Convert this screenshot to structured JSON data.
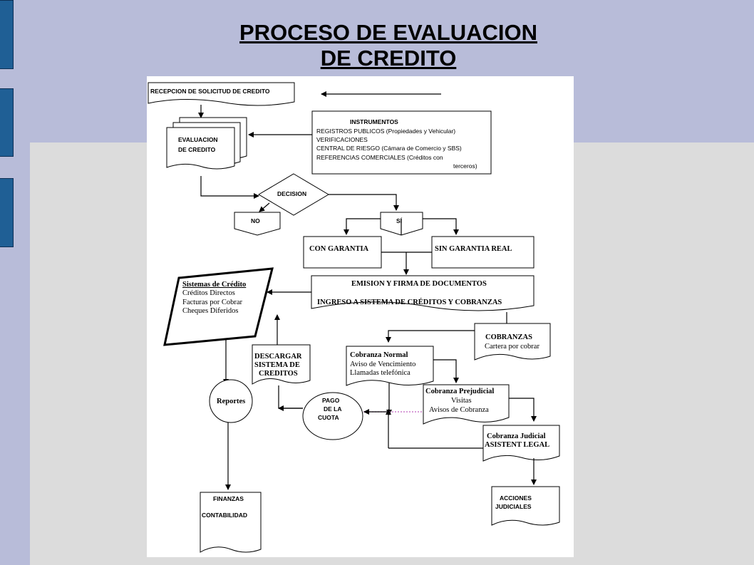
{
  "title": {
    "line1": "PROCESO DE EVALUACION",
    "line2": "DE CREDITO"
  },
  "nodes": {
    "recepcion": "RECEPCION DE SOLICITUD DE CREDITO",
    "evaluacion_1": "EVALUACION",
    "evaluacion_2": "DE CREDITO",
    "instrumentos_title": "INSTRUMENTOS",
    "instrumentos_1": "REGISTROS PUBLICOS (Propiedades y  Vehicular)",
    "instrumentos_2": "VERIFICACIONES",
    "instrumentos_3": "CENTRAL DE RIESGO (Cámara de Comercio y SBS)",
    "instrumentos_4": "REFERENCIAS COMERCIALES (Créditos con",
    "instrumentos_5": "terceros)",
    "decision": "DECISION",
    "no": "NO",
    "si": "SÍ",
    "con_garantia": "CON GARANTIA",
    "sin_garantia": "SIN GARANTIA REAL",
    "emision_1": "EMISION Y FIRMA DE DOCUMENTOS",
    "emision_2": "INGRESO A SISTEMA DE CRÉDITOS Y COBRANZAS",
    "sistemas_title": "Sistemas de Crédito",
    "sistemas_1": "Créditos Directos",
    "sistemas_2": "Facturas por Cobrar",
    "sistemas_3": "Cheques Diferidos",
    "cobranzas_1": "COBRANZAS",
    "cobranzas_2": "Cartera por cobrar",
    "descargar_1": "DESCARGAR",
    "descargar_2": "SISTEMA DE",
    "descargar_3": "CREDITOS",
    "normal_title": "Cobranza Normal",
    "normal_1": "Aviso de Vencimiento",
    "normal_2": "Llamadas telefónica",
    "reportes": "Reportes",
    "pago_1": "PAGO",
    "pago_2": "DE LA",
    "pago_3": "CUOTA",
    "prejudicial_title": "Cobranza Prejudicial",
    "prejudicial_1": "Visitas",
    "prejudicial_2": "Avisos de Cobranza",
    "judicial_1": "Cobranza Judicial",
    "judicial_2": "ASISTENT LEGAL",
    "finanzas_1": "FINANZAS",
    "finanzas_2": "CONTABILIDAD",
    "acciones_1": "ACCIONES",
    "acciones_2": "JUDICIALES"
  },
  "colors": {
    "header_band": "#b8bcd9",
    "side_tab": "#1f5f95",
    "background": "#dcdcdc",
    "dotted_link": "#c060c0"
  }
}
